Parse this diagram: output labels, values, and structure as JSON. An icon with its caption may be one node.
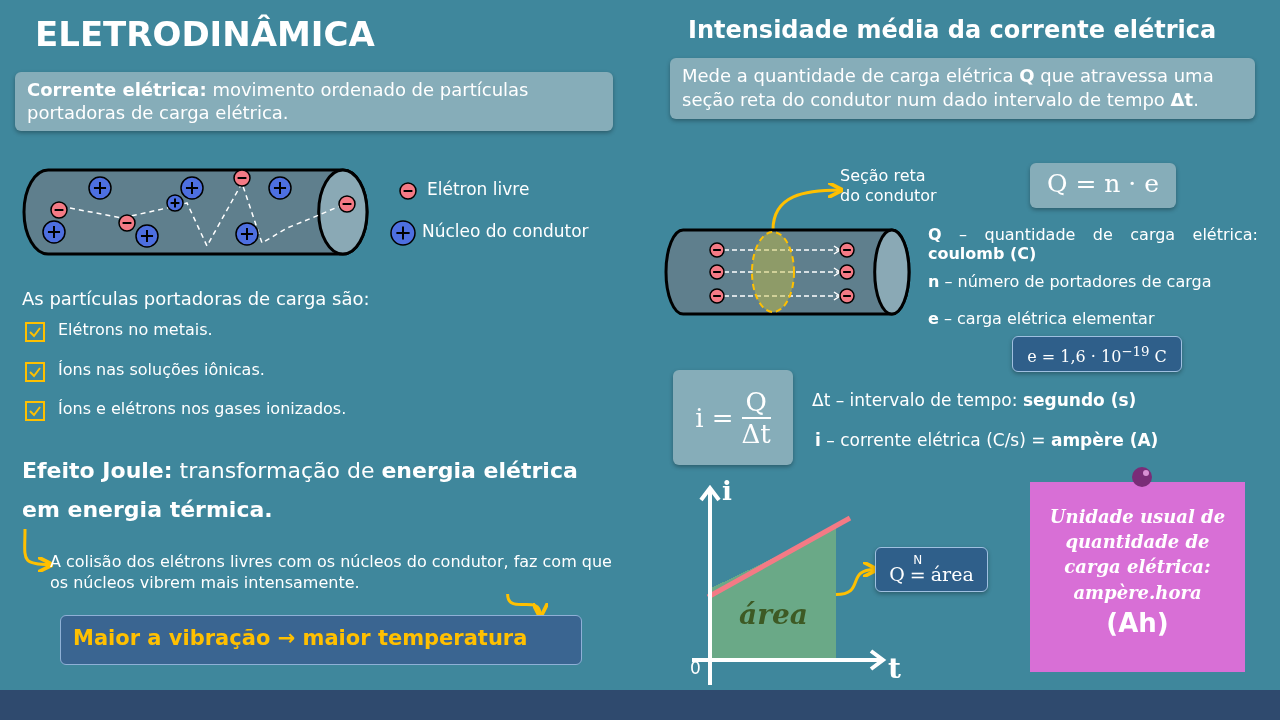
{
  "diagram": {
    "title": "ELETRODINÂMICA",
    "nodes": [
      {
        "text": [
          "**Corrente elétrica:** movimento ordenado de partículas portadoras de carga elétrica."
        ]
      },
      {
        "text": [
          "Mede a quantidade de carga elétrica **Q** que atravessa uma seção reta do condutor num dado intervalo de tempo **Δt**."
        ]
      },
      {
        "text": [
          "**Efeito Joule:** transformação de **energia elétrica em energia térmica.**"
        ]
      },
      {
        "text": [
          "A colisão dos elétrons livres com os núcleos do condutor, faz com que os núcleos vibrem mais intensamente."
        ]
      },
      {
        "text": [
          "Maior a vibração → maior temperatura"
        ]
      },
      {
        "text": [
          "Seção reta do condutor"
        ]
      },
      {
        "text": [],
        "shape": "ellipse"
      },
      {
        "text": [
          "Q = n · e"
        ]
      },
      {
        "text": [
          "e = 1,6 · 10$^{−19}$ C"
        ]
      },
      {
        "text": [
          "i =",
          "Q",
          "Δt"
        ]
      },
      {
        "text": [
          "área"
        ]
      },
      {
        "text": [
          "Q",
          "N",
          "=",
          "área"
        ]
      },
      {
        "text": [
          "Unidade usual de quantidade de carga elétrica: ampère.hora",
          "(Ah)"
        ]
      }
    ],
    "edges": [
      {
        "from": 2,
        "to": 3,
        "arrow": "to"
      },
      {
        "from": 3,
        "to": 4,
        "arrow": "to"
      },
      {
        "from": 6,
        "to": 5,
        "arrow": "to"
      },
      {
        "from": 10,
        "to": 11,
        "arrow": "to"
      }
    ],
    "labels": [
      "Intensidade média da corrente elétrica",
      "As partículas portadoras de carga são:",
      "Elétrons no metais.",
      "Íons nas soluções iônicas.",
      "Íons e elétrons nos gases ionizados.",
      "**Q** – quantidade de carga elétrica: **coulomb (C)**",
      "**n** – número de portadores de carga",
      "**e** – carga elétrica elementar",
      "Δt – intervalo de tempo: **segundo (s)**",
      "**i** – corrente elétrica (C/s) = **ampère (A)**",
      "i",
      "t",
      "0"
    ],
    "legend": [
      {
        "text": "Elétron livre"
      },
      {
        "text": "Núcleo do condutor"
      }
    ]
  }
}
